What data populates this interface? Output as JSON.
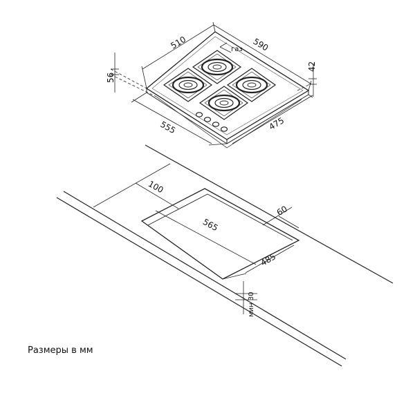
{
  "hob": {
    "width": "590",
    "depth": "510",
    "front_width": "555",
    "front_depth": "475",
    "height_total": "56",
    "height_top": "42",
    "gas_label": "газ"
  },
  "cutout": {
    "rear_offset": "100",
    "side_offset": "60",
    "width": "565",
    "depth": "485",
    "min_thickness": "мин 30"
  },
  "caption": "Размеры в мм"
}
